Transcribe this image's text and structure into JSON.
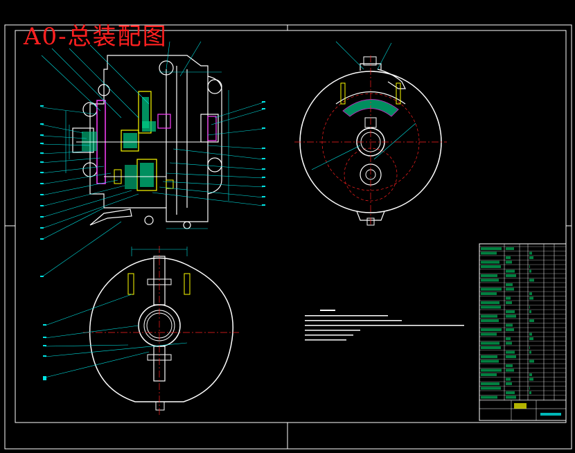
{
  "drawing": {
    "title": "A0-总装配图"
  },
  "colors": {
    "background": "#000000",
    "frame": "#ffffff",
    "leader": "#00e5e5",
    "part_outline": "#ffffff",
    "gear": "#ff40ff",
    "gear_fill": "#00cc88",
    "center_line": "#ff2020",
    "highlight": "#ffff00",
    "title_text": "#ff2020",
    "table_fill": "#00a050"
  },
  "icons": {
    "front_view": "gearbox-section-drawing",
    "side_view": "circular-housing-drawing",
    "bottom_view": "circular-cover-drawing",
    "table": "title-block-table"
  }
}
